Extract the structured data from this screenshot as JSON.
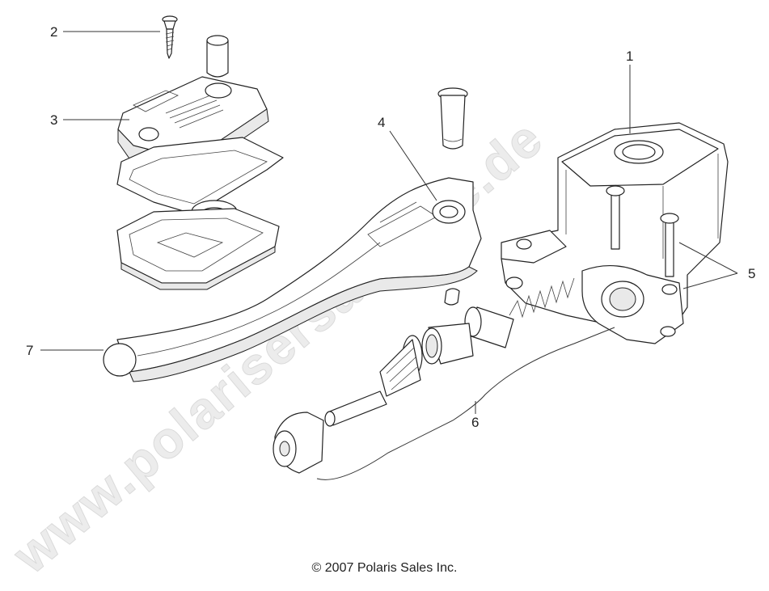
{
  "watermark": "www.polarisersatzteile.de",
  "copyright": "© 2007 Polaris Sales Inc.",
  "callouts": {
    "c1": "1",
    "c2": "2",
    "c3": "3",
    "c4": "4",
    "c5": "5",
    "c6": "6",
    "c7": "7"
  }
}
